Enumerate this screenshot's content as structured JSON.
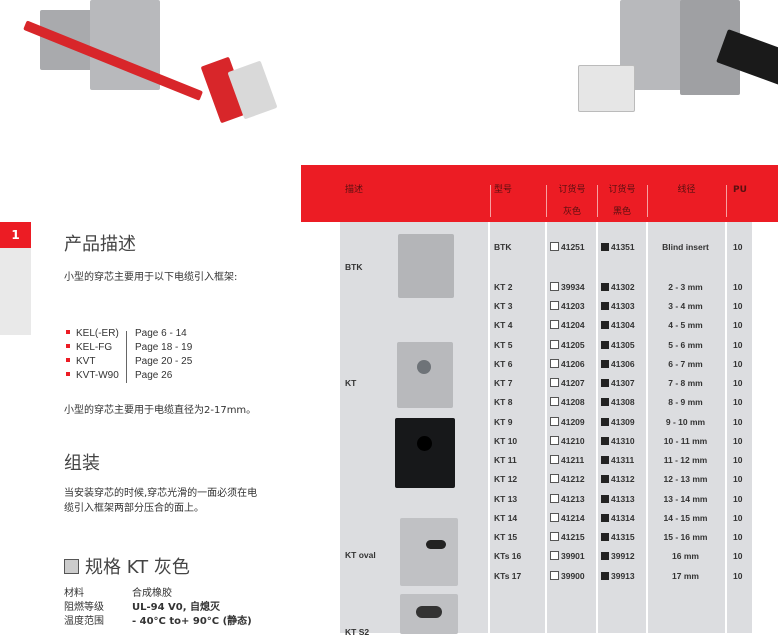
{
  "header": {
    "description": "描述",
    "model": "型号",
    "order_gray": [
      "订货号",
      "灰色"
    ],
    "order_black": [
      "订货号",
      "黑色"
    ],
    "cable_dia": "线径",
    "pu": "PU"
  },
  "section_number": "1",
  "product_description": {
    "title": "产品描述",
    "intro": "小型的穿芯主要用于以下电缆引入框架:",
    "frames": [
      {
        "name": "KEL(-ER)",
        "page": "Page 6 - 14"
      },
      {
        "name": "KEL-FG",
        "page": "Page 18 - 19"
      },
      {
        "name": "KVT",
        "page": "Page 20 - 25"
      },
      {
        "name": "KVT-W90",
        "page": "Page 26"
      }
    ],
    "range": "小型的穿芯主要用于电缆直径为2-17mm。"
  },
  "assembly": {
    "title": "组装",
    "text1": "当安装穿芯的时候,穿芯光滑的一面必须在电",
    "text2": "缆引入框架两部分压合的面上。"
  },
  "spec": {
    "title": "规格 KT 灰色",
    "rows": [
      {
        "k": "材料",
        "v": "合成橡胶"
      },
      {
        "k": "阻燃等级",
        "v": "UL-94 V0, 自熄灭"
      },
      {
        "k": "温度范围",
        "v": "- 40°C to+ 90°C (静态)"
      }
    ]
  },
  "groups": {
    "btk": "BTK",
    "kt": "KT",
    "kt_oval": "KT oval",
    "kt_s": "KT S2"
  },
  "rows": [
    {
      "model": "BTK",
      "gray": "41251",
      "black": "41351",
      "dia": "Blind insert",
      "pu": "10"
    },
    {
      "model": "KT 2",
      "gray": "39934",
      "black": "41302",
      "dia": "2 - 3 mm",
      "pu": "10"
    },
    {
      "model": "KT 3",
      "gray": "41203",
      "black": "41303",
      "dia": "3 - 4 mm",
      "pu": "10"
    },
    {
      "model": "KT 4",
      "gray": "41204",
      "black": "41304",
      "dia": "4 - 5 mm",
      "pu": "10"
    },
    {
      "model": "KT 5",
      "gray": "41205",
      "black": "41305",
      "dia": "5 - 6 mm",
      "pu": "10"
    },
    {
      "model": "KT 6",
      "gray": "41206",
      "black": "41306",
      "dia": "6 - 7 mm",
      "pu": "10"
    },
    {
      "model": "KT 7",
      "gray": "41207",
      "black": "41307",
      "dia": "7 - 8 mm",
      "pu": "10"
    },
    {
      "model": "KT 8",
      "gray": "41208",
      "black": "41308",
      "dia": "8 - 9 mm",
      "pu": "10"
    },
    {
      "model": "KT 9",
      "gray": "41209",
      "black": "41309",
      "dia": "9 - 10 mm",
      "pu": "10"
    },
    {
      "model": "KT 10",
      "gray": "41210",
      "black": "41310",
      "dia": "10 - 11 mm",
      "pu": "10"
    },
    {
      "model": "KT 11",
      "gray": "41211",
      "black": "41311",
      "dia": "11 - 12 mm",
      "pu": "10"
    },
    {
      "model": "KT 12",
      "gray": "41212",
      "black": "41312",
      "dia": "12 - 13 mm",
      "pu": "10"
    },
    {
      "model": "KT 13",
      "gray": "41213",
      "black": "41313",
      "dia": "13 - 14 mm",
      "pu": "10"
    },
    {
      "model": "KT 14",
      "gray": "41214",
      "black": "41314",
      "dia": "14 - 15 mm",
      "pu": "10"
    },
    {
      "model": "KT 15",
      "gray": "41215",
      "black": "41315",
      "dia": "15 - 16 mm",
      "pu": "10"
    },
    {
      "model": "KTs 16",
      "gray": "39901",
      "black": "39912",
      "dia": "16 mm",
      "pu": "10"
    },
    {
      "model": "KTs 17",
      "gray": "39900",
      "black": "39913",
      "dia": "17 mm",
      "pu": "10"
    }
  ]
}
